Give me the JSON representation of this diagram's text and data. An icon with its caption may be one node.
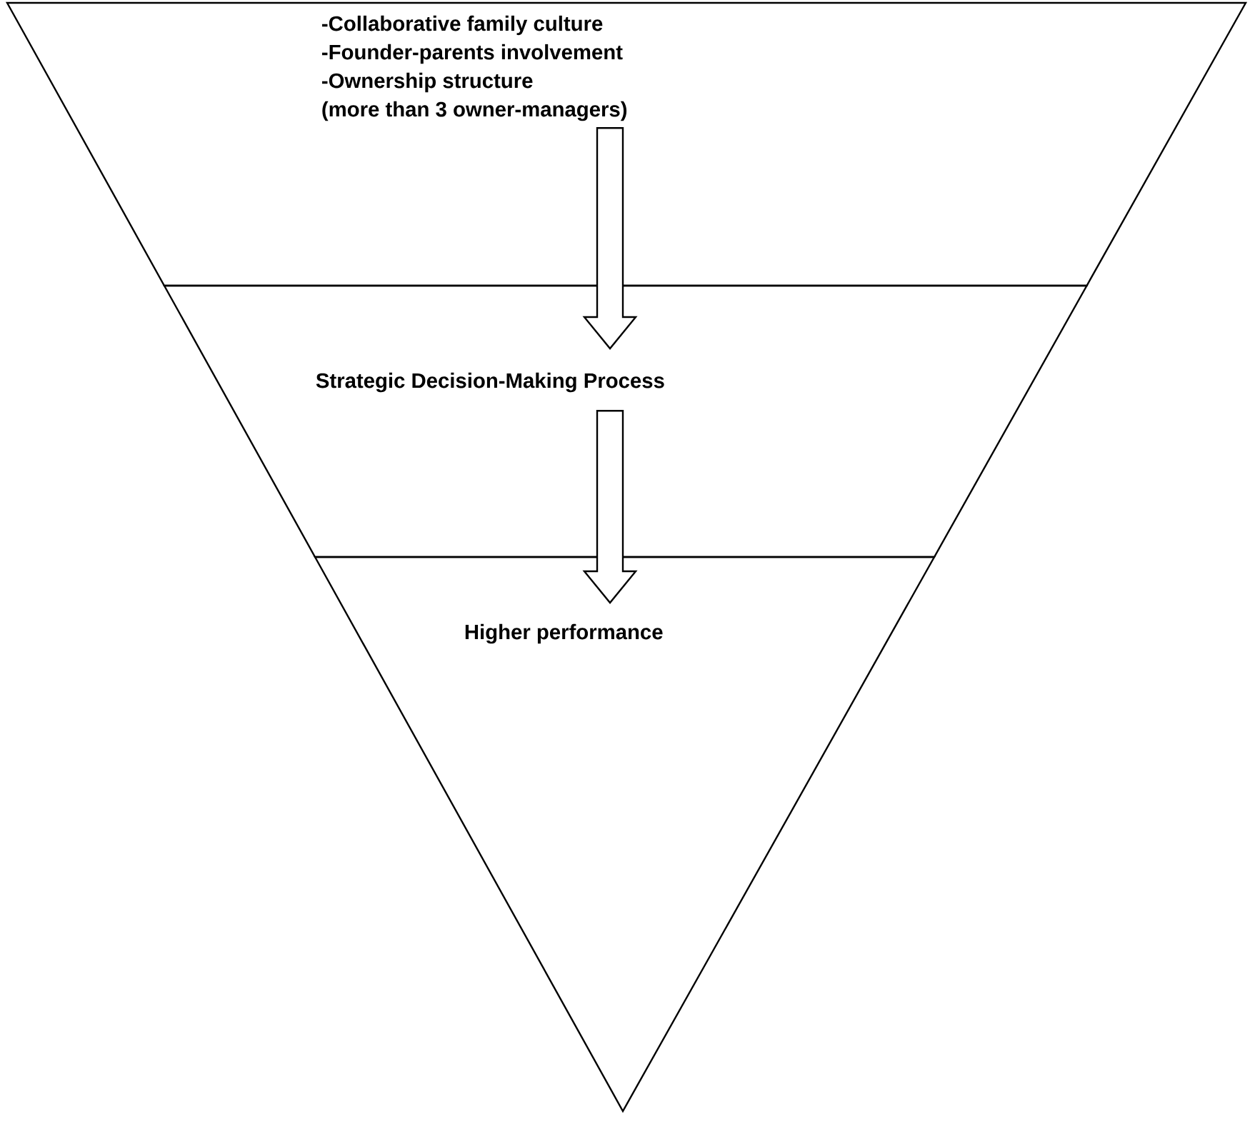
{
  "diagram": {
    "nodes": [
      {
        "text": [
          "-Collaborative family culture",
          "-Founder-parents involvement",
          "-Ownership structure",
          "(more than 3 owner-managers)"
        ]
      },
      {
        "text": [
          "Strategic Decision-Making  Process"
        ]
      },
      {
        "text": [
          "Higher performance"
        ]
      }
    ],
    "edges": [
      {
        "from": 0,
        "to": 1,
        "arrow": "to"
      },
      {
        "from": 1,
        "to": 2,
        "arrow": "to"
      }
    ]
  }
}
